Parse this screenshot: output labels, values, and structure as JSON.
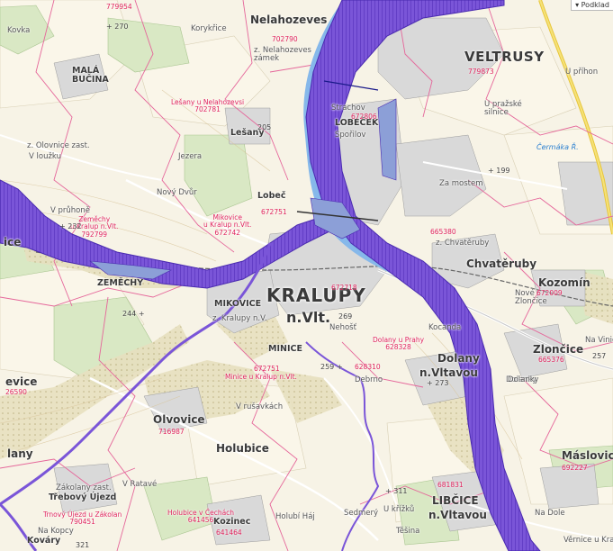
{
  "map": {
    "legend_tab": "Podklad",
    "towns_large": [
      {
        "id": "veltrusy",
        "text": "VELTRUSY"
      },
      {
        "id": "kralupy1",
        "text": "KRALUPY"
      },
      {
        "id": "kralupy2",
        "text": "n.Vlt."
      }
    ],
    "towns": [
      {
        "id": "nelahozeves",
        "text": "Nelahozeves"
      },
      {
        "id": "chvateruby",
        "text": "Chvatěruby"
      },
      {
        "id": "kozomin",
        "text": "Kozomín"
      },
      {
        "id": "zloncice",
        "text": "Zlončice"
      },
      {
        "id": "dolany",
        "text": "Dolany"
      },
      {
        "id": "nvltavou",
        "text": "n.Vltavou"
      },
      {
        "id": "olovice",
        "text": "Olvovice"
      },
      {
        "id": "holubice",
        "text": "Holubice"
      },
      {
        "id": "maslovice",
        "text": "Máslovice"
      },
      {
        "id": "libcice",
        "text": "LIBČICE"
      },
      {
        "id": "libcice2",
        "text": "n.Vltavou"
      },
      {
        "id": "lobecek",
        "text": "LOBEČEK"
      },
      {
        "id": "mikovice",
        "text": "MIKOVICE"
      },
      {
        "id": "minice",
        "text": "MINICE"
      },
      {
        "id": "lesany",
        "text": "Lešany"
      },
      {
        "id": "lobec",
        "text": "Lobeč"
      },
      {
        "id": "zemechy",
        "text": "ZEMĚCHY"
      },
      {
        "id": "malabucina",
        "text": "MALÁ\nBUČINA"
      },
      {
        "id": "kozinec",
        "text": "Kozinec"
      },
      {
        "id": "trebovy",
        "text": "Třebový Újezd"
      },
      {
        "id": "lany",
        "text": "lany"
      },
      {
        "id": "evice",
        "text": "evice"
      },
      {
        "id": "ice",
        "text": "ice"
      },
      {
        "id": "kovary",
        "text": "Kováry"
      }
    ],
    "cadastral": [
      {
        "id": "c1",
        "text": "Lešany u Nelahozevsi\n702781"
      },
      {
        "id": "c2",
        "text": "Zeměchy\nu Kralup n.Vlt.\n792799"
      },
      {
        "id": "c3",
        "text": "Mikovice\nu Kralup n.Vlt.\n672742"
      },
      {
        "id": "c4",
        "text": "Dolany u Prahy\n628328"
      },
      {
        "id": "c5",
        "text": "Minice u Kralup n.Vlt."
      },
      {
        "id": "c6",
        "text": "Holubice v Čechách\n641456"
      },
      {
        "id": "c7",
        "text": "Trnový Újezd u Zákolan\n790451"
      }
    ],
    "codes": [
      {
        "id": "k1",
        "text": "779954"
      },
      {
        "id": "k2",
        "text": "702790"
      },
      {
        "id": "k3",
        "text": "779873"
      },
      {
        "id": "k4",
        "text": "672806"
      },
      {
        "id": "k5",
        "text": "672751"
      },
      {
        "id": "k6",
        "text": "672718"
      },
      {
        "id": "k7",
        "text": "665380"
      },
      {
        "id": "k8",
        "text": "672009"
      },
      {
        "id": "k9",
        "text": "665376"
      },
      {
        "id": "k10",
        "text": "716987"
      },
      {
        "id": "k11",
        "text": "672751"
      },
      {
        "id": "k12",
        "text": "628310"
      },
      {
        "id": "k13",
        "text": "681831"
      },
      {
        "id": "k14",
        "text": "692227"
      },
      {
        "id": "k15",
        "text": "641464"
      },
      {
        "id": "k16",
        "text": "26590"
      }
    ],
    "plain": [
      {
        "id": "p1",
        "text": "Korykřice"
      },
      {
        "id": "p2",
        "text": "z. Nelahozeves\nzámek"
      },
      {
        "id": "p3",
        "text": "Strachov"
      },
      {
        "id": "p4",
        "text": "Spořilov"
      },
      {
        "id": "p5",
        "text": "U pražské\nsilnice"
      },
      {
        "id": "p6",
        "text": "Za mostem"
      },
      {
        "id": "p7",
        "text": "z. Olovnice zast."
      },
      {
        "id": "p8",
        "text": "V loužku"
      },
      {
        "id": "p9",
        "text": "Jezera"
      },
      {
        "id": "p10",
        "text": "Nový Dvůr"
      },
      {
        "id": "p11",
        "text": "V průhoně"
      },
      {
        "id": "p12",
        "text": "Nové\nZlončice"
      },
      {
        "id": "p13",
        "text": "Nehošť"
      },
      {
        "id": "p14",
        "text": "Kocanda"
      },
      {
        "id": "p15",
        "text": "Debrno"
      },
      {
        "id": "p16",
        "text": "V rušavkách"
      },
      {
        "id": "p17",
        "text": "V Ratavé"
      },
      {
        "id": "p18",
        "text": "Holubí Háj"
      },
      {
        "id": "p19",
        "text": "Sedmerý"
      },
      {
        "id": "p20",
        "text": "U křížků"
      },
      {
        "id": "p21",
        "text": "Těšina"
      },
      {
        "id": "p22",
        "text": "Na Dole"
      },
      {
        "id": "p23",
        "text": "U příhon"
      },
      {
        "id": "p24",
        "text": "z. Kralupy n.V."
      },
      {
        "id": "p25",
        "text": "Kovka"
      },
      {
        "id": "p26",
        "text": "Na Vinici"
      },
      {
        "id": "p27",
        "text": "Zákolany zast."
      },
      {
        "id": "p28",
        "text": "z. Chvatěruby"
      },
      {
        "id": "p29",
        "text": "Dolanky"
      },
      {
        "id": "p30",
        "text": "Na Kopcy"
      },
      {
        "id": "p31",
        "text": "Věrnice u Kralup"
      },
      {
        "id": "p32",
        "text": "Dolanky"
      }
    ],
    "spots": [
      {
        "id": "s1",
        "text": "+ 270"
      },
      {
        "id": "s2",
        "text": "205"
      },
      {
        "id": "s3",
        "text": "+ 199"
      },
      {
        "id": "s4",
        "text": "+ 232"
      },
      {
        "id": "s5",
        "text": "244 +"
      },
      {
        "id": "s6",
        "text": "269"
      },
      {
        "id": "s7",
        "text": "259 +"
      },
      {
        "id": "s8",
        "text": "+ 273"
      },
      {
        "id": "s9",
        "text": "+ 311"
      },
      {
        "id": "s10",
        "text": "257"
      },
      {
        "id": "s11",
        "text": "321"
      }
    ],
    "water": [
      {
        "id": "w1",
        "text": "Čermáka Ř."
      }
    ]
  }
}
